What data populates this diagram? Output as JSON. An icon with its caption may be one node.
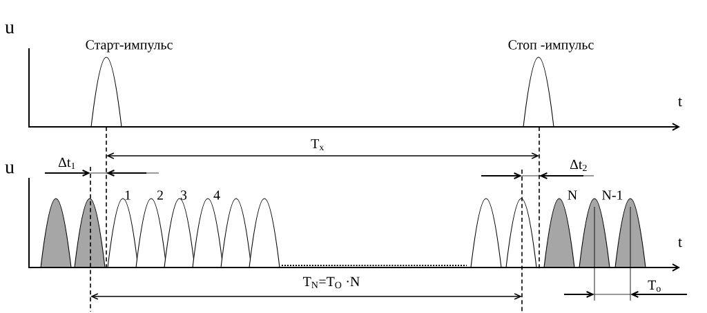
{
  "diagram": {
    "labels": [
      "u",
      "Старт-импульс",
      "Стоп -импульс",
      "t",
      "T$_{x}$",
      "u",
      "Δt$_{1}$",
      "Δt$_{2}$",
      "1",
      "2",
      "3",
      "4",
      "N",
      "N-1",
      "t",
      "T$_{N}$=T$_{O}$ ·N",
      "T$_{o}$"
    ]
  }
}
